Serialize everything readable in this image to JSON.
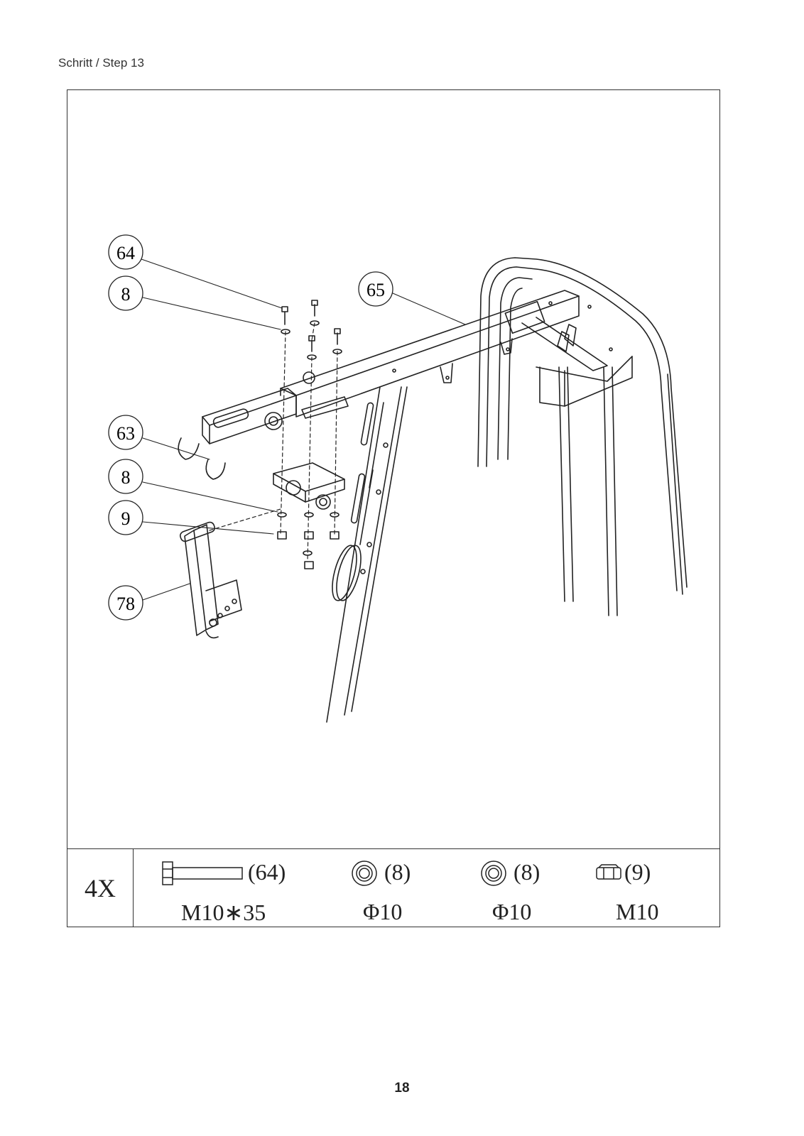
{
  "page": {
    "step_title": "Schritt / Step 13",
    "page_number": "18"
  },
  "callouts": [
    {
      "id": "64",
      "label": "64"
    },
    {
      "id": "8a",
      "label": "8"
    },
    {
      "id": "65",
      "label": "65"
    },
    {
      "id": "63",
      "label": "63"
    },
    {
      "id": "8b",
      "label": "8"
    },
    {
      "id": "9",
      "label": "9"
    },
    {
      "id": "78",
      "label": "78"
    }
  ],
  "parts_table": {
    "quantity": "4X",
    "items": [
      {
        "ref": "(64)",
        "spec": "M10∗35",
        "icon": "bolt-icon"
      },
      {
        "ref": "(8)",
        "spec": "Φ10",
        "icon": "washer-icon"
      },
      {
        "ref": "(8)",
        "spec": "Φ10",
        "icon": "washer-icon"
      },
      {
        "ref": "(9)",
        "spec": "M10",
        "icon": "nut-icon"
      }
    ]
  }
}
